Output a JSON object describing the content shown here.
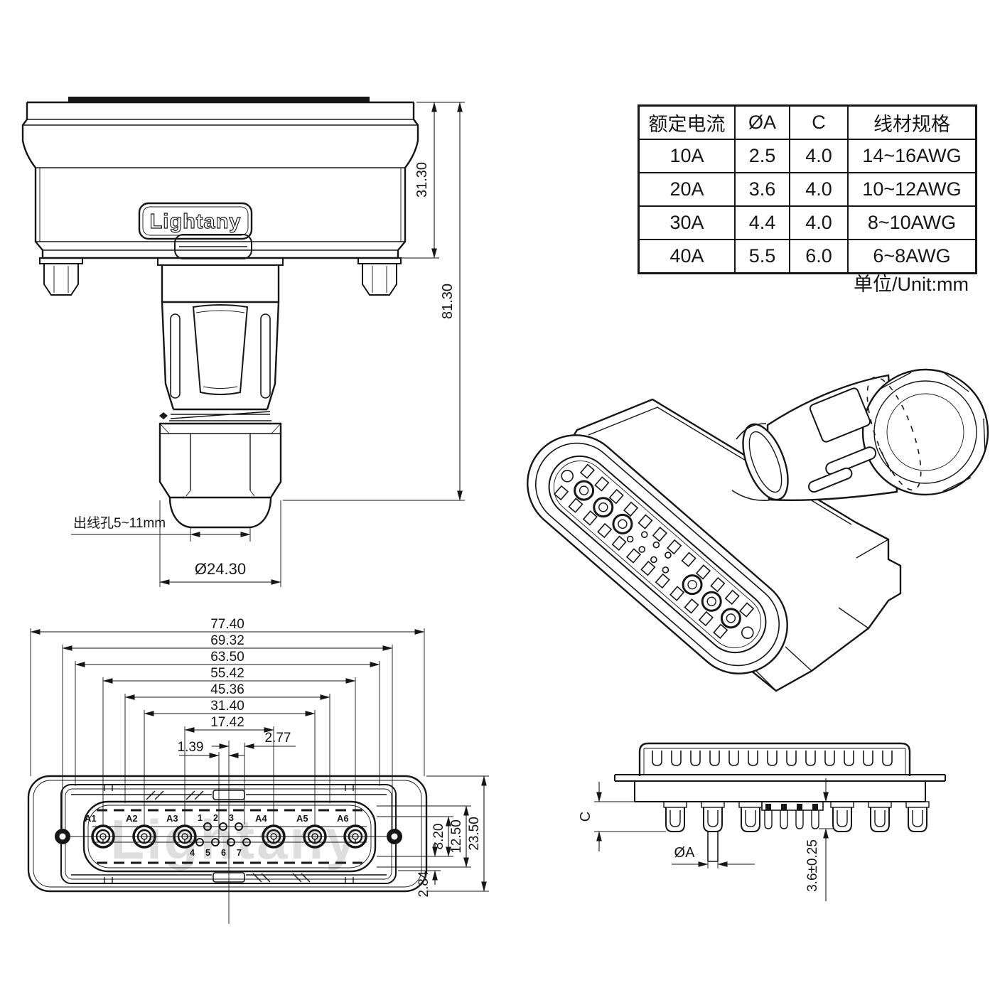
{
  "colors": {
    "line": "#161616",
    "watermark": "#dedede",
    "background": "#ffffff"
  },
  "branding": {
    "logo_text": "Lightany",
    "watermark_text": "Lightany"
  },
  "spec_table": {
    "headers": [
      "额定电流",
      "ØA",
      "C",
      "线材规格"
    ],
    "rows": [
      [
        "10A",
        "2.5",
        "4.0",
        "14~16AWG"
      ],
      [
        "20A",
        "3.6",
        "4.0",
        "10~12AWG"
      ],
      [
        "30A",
        "4.4",
        "4.0",
        "8~10AWG"
      ],
      [
        "40A",
        "5.5",
        "6.0",
        "6~8AWG"
      ]
    ],
    "unit_note": "单位/Unit:mm"
  },
  "side_view": {
    "hood_height": "31.30",
    "total_height": "81.30",
    "cable_hole_label": "出线孔5~11mm",
    "gland_diameter": "Ø24.30"
  },
  "front_view": {
    "dim_chain": [
      "77.40",
      "69.32",
      "63.50",
      "55.42",
      "45.36",
      "31.40",
      "17.42",
      "2.77",
      "1.39"
    ],
    "height_dims": {
      "pin_zone": "8.20",
      "insert": "12.50",
      "body": "23.50",
      "row_offset": "2.84"
    },
    "power_contacts": [
      "A1",
      "A2",
      "A3",
      "A4",
      "A5",
      "A6"
    ],
    "signal_pins": [
      "1",
      "2",
      "3",
      "4",
      "5",
      "6",
      "7"
    ]
  },
  "section_view": {
    "tail_dim": "C",
    "pin_dia_dim": "ØA",
    "offset_dim": "3.6±0.25"
  }
}
